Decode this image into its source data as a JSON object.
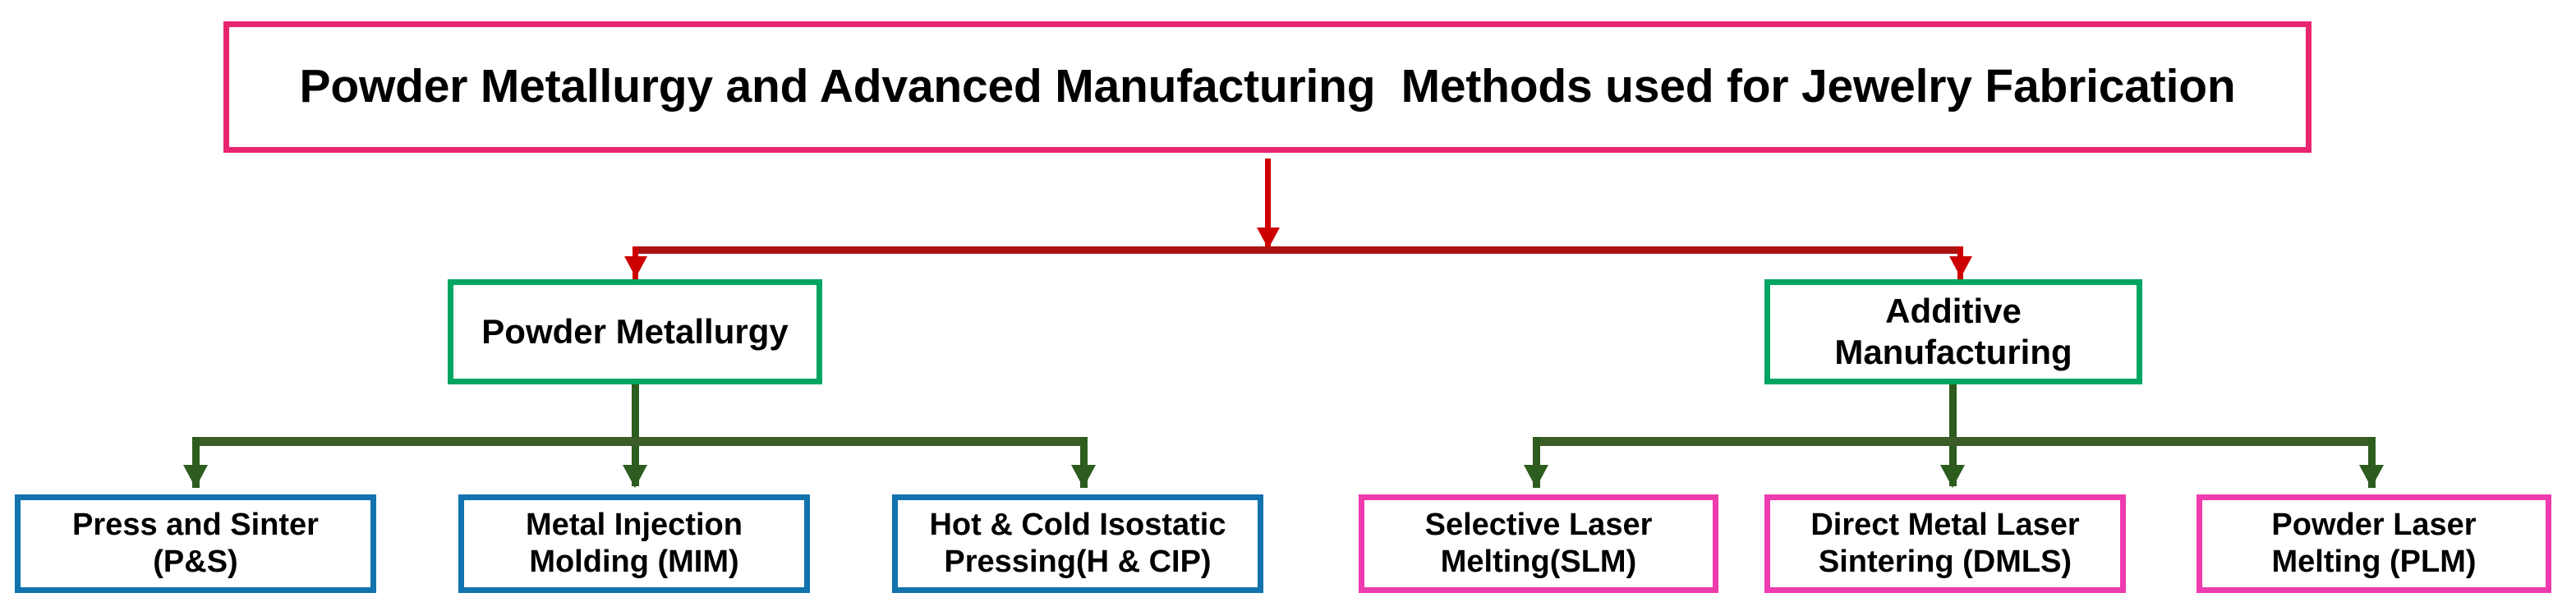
{
  "diagram": {
    "type": "hierarchy-flowchart",
    "background_color": "#FFFFFF",
    "title_border_color": "#E8256E",
    "level2_border_color": "#00A562",
    "level3_blue_border_color": "#1273AE",
    "level3_pink_border_color": "#EE3BAE",
    "connector_level1_color": "#CC0000",
    "connector_level2_color": "#2C5C1E",
    "title": "Powder Metallurgy and Advanced Manufacturing  Methods used for Jewelry Fabrication",
    "branches": [
      {
        "label": "Powder  Metallurgy",
        "children": [
          {
            "line1": "Press and Sinter",
            "line2": "(P&S)"
          },
          {
            "line1": "Metal Injection",
            "line2": "Molding (MIM)"
          },
          {
            "line1": "Hot & Cold Isostatic",
            "line2": "Pressing(H & CIP)"
          }
        ]
      },
      {
        "label_line1": "Additive",
        "label_line2": "Manufacturing",
        "children": [
          {
            "line1": "Selective Laser",
            "line2": "Melting(SLM)"
          },
          {
            "line1": "Direct Metal Laser",
            "line2": "Sintering (DMLS)"
          },
          {
            "line1": "Powder Laser",
            "line2": "Melting (PLM)"
          }
        ]
      }
    ]
  }
}
